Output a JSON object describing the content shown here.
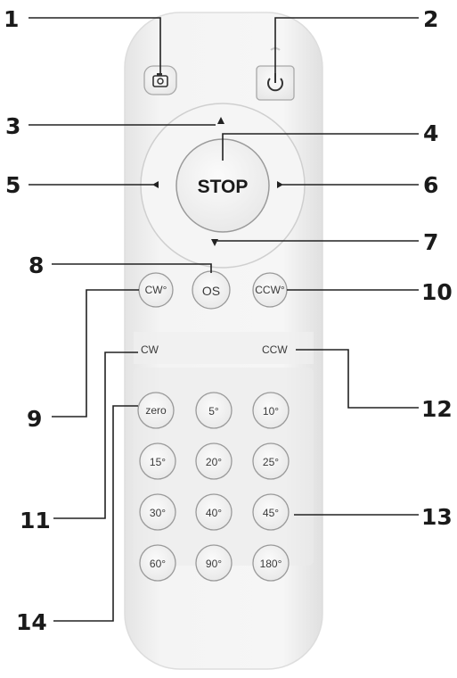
{
  "callouts": [
    "1",
    "2",
    "3",
    "4",
    "5",
    "6",
    "7",
    "8",
    "9",
    "10",
    "11",
    "12",
    "13",
    "14"
  ],
  "remote": {
    "center_button": "STOP",
    "os_button": "OS",
    "cw_degree_button": "CW°",
    "ccw_degree_button": "CCW°",
    "cw_label": "CW",
    "ccw_label": "CCW",
    "zero_button": "zero",
    "angle_buttons": [
      "5°",
      "10°",
      "15°",
      "20°",
      "25°",
      "30°",
      "40°",
      "45°",
      "60°",
      "90°",
      "180°"
    ]
  },
  "colors": {
    "remote_body": "#f2f2f2",
    "button": "#efefef",
    "button_outline": "#9a9a9a",
    "callout_line": "#222222"
  },
  "icons": [
    "camera-icon",
    "power-icon",
    "arrow-up-icon",
    "arrow-down-icon",
    "arrow-left-icon",
    "arrow-right-icon"
  ]
}
